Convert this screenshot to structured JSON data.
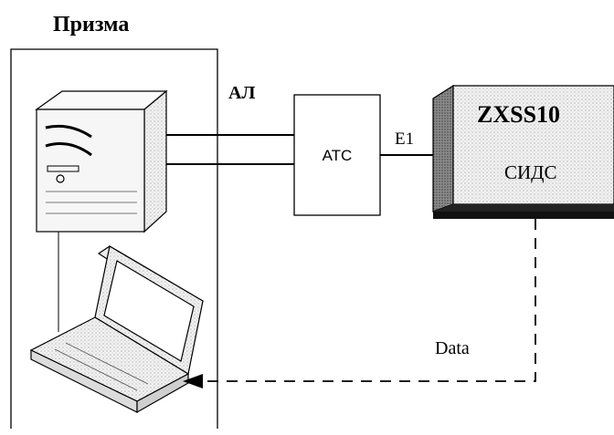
{
  "diagram": {
    "group_title": "Призма",
    "line_label": "АЛ",
    "exchange_label": "АТС",
    "trunk_label": "E1",
    "system_name": "ZXSS10",
    "system_sublabel": "СИДС",
    "data_link_label": "Data"
  }
}
